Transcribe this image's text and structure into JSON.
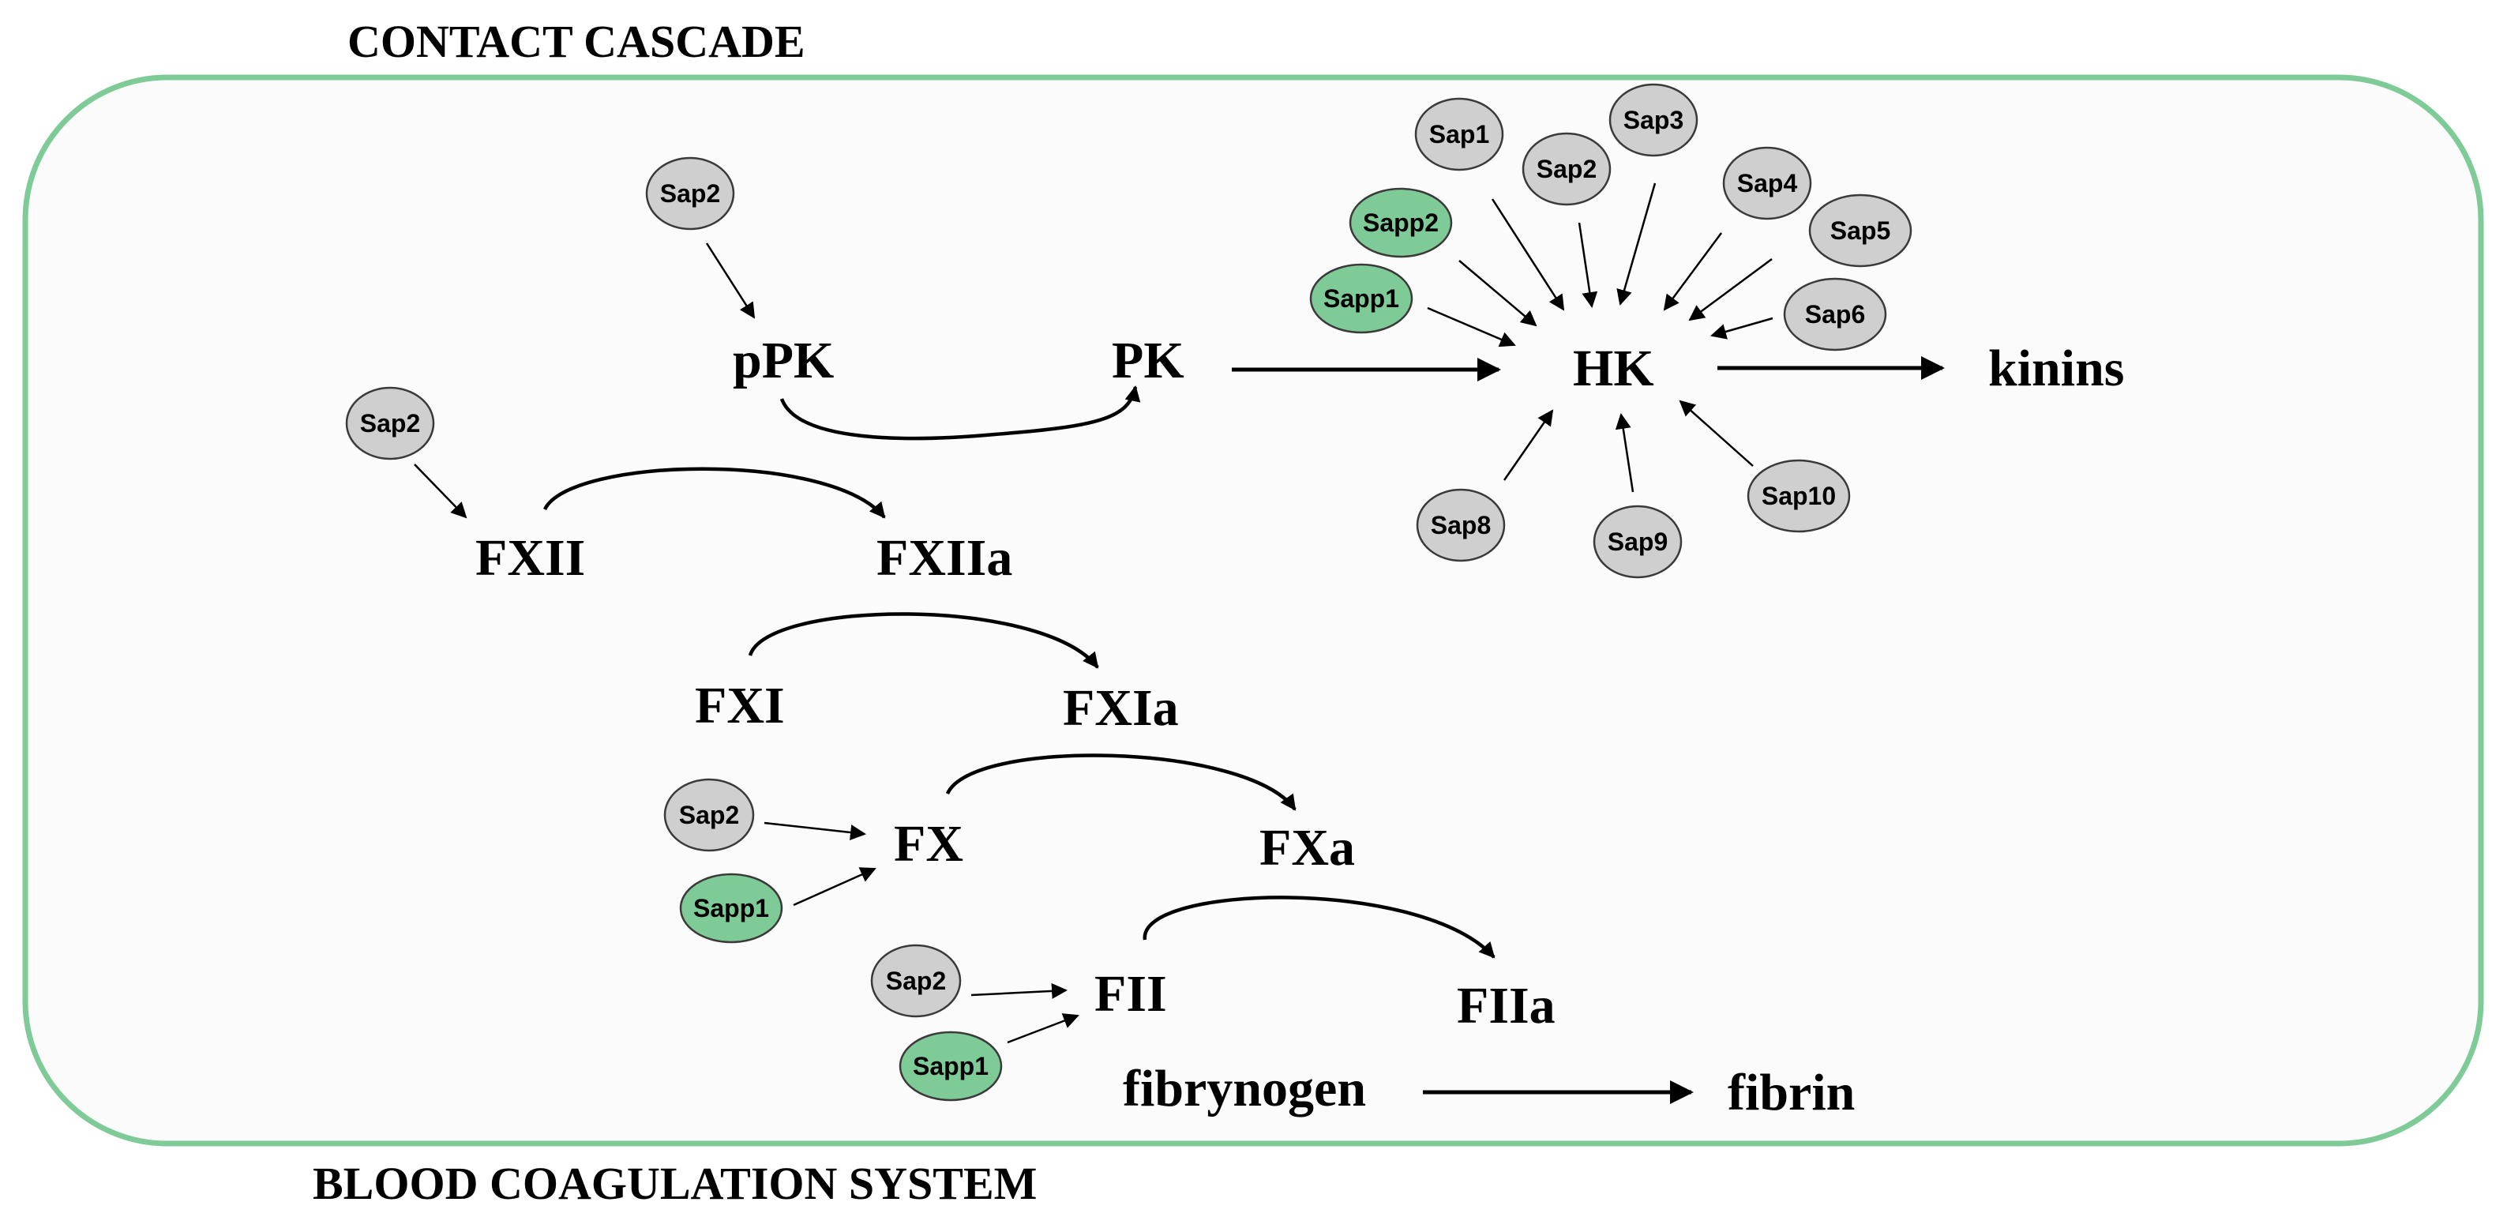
{
  "titles": {
    "top": "CONTACT CASCADE",
    "bottom": "BLOOD COAGULATION SYSTEM"
  },
  "colors": {
    "frame_border": "#7fcb97",
    "panel_background": "#fbfbfb",
    "sap_gray": "#cfcfcf",
    "sap_green": "#7fcb97"
  },
  "nodes": {
    "ppk": "pPK",
    "pk": "PK",
    "hk": "HK",
    "kinins": "kinins",
    "fxii": "FXII",
    "fxiia": "FXIIa",
    "fxi": "FXI",
    "fxia": "FXIa",
    "fx": "FX",
    "fxa": "FXa",
    "fii": "FII",
    "fiia": "FIIa",
    "fibrinogen": "fibrynogen",
    "fibrin": "fibrin"
  },
  "saps": {
    "ppk_sap2": "Sap2",
    "fxii_sap2": "Sap2",
    "fx_sap2": "Sap2",
    "fx_sapp1": "Sapp1",
    "fii_sap2": "Sap2",
    "fii_sapp1": "Sapp1",
    "hk_sap1": "Sap1",
    "hk_sap2": "Sap2",
    "hk_sap3": "Sap3",
    "hk_sap4": "Sap4",
    "hk_sap5": "Sap5",
    "hk_sap6": "Sap6",
    "hk_sapp2": "Sapp2",
    "hk_sapp1": "Sapp1",
    "hk_sap8": "Sap8",
    "hk_sap9": "Sap9",
    "hk_sap10": "Sap10"
  }
}
